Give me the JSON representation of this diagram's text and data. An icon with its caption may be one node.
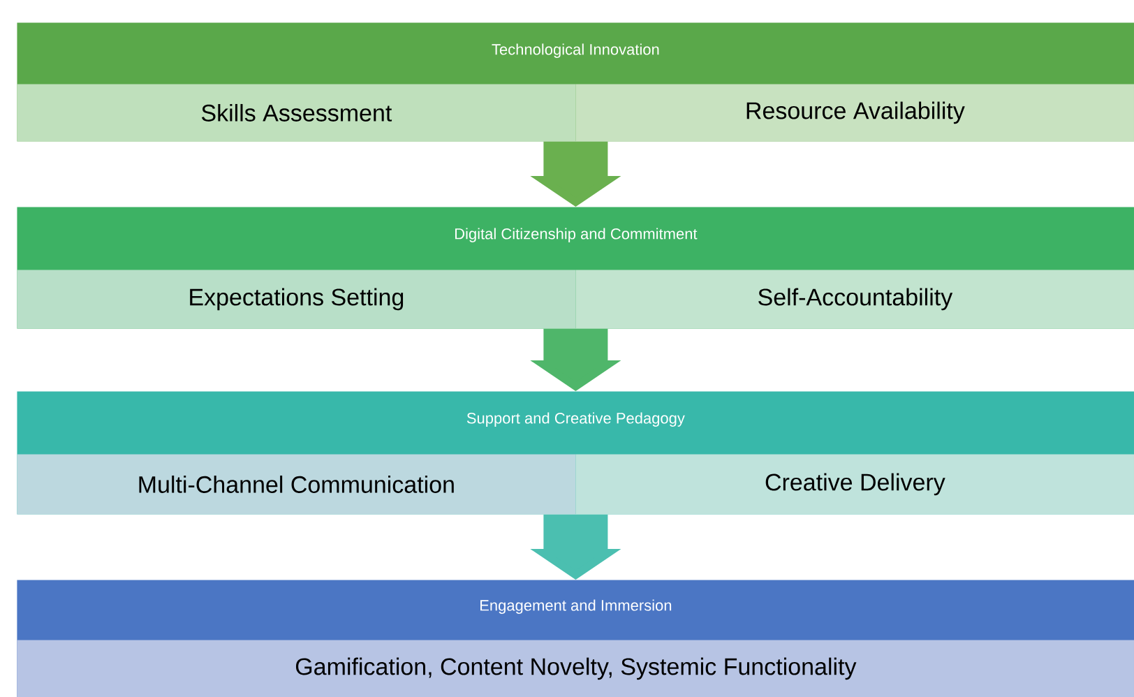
{
  "diagram": {
    "nodes": [
      {
        "text": [
          "Technological Innovation"
        ]
      },
      {
        "text": [
          "Skills Assessment"
        ],
        "in": 0
      },
      {
        "text": [
          "Resource Availability"
        ],
        "in": 0
      },
      {
        "text": [
          "Digital Citizenship and Commitment"
        ]
      },
      {
        "text": [
          "Expectations Setting"
        ],
        "in": 3
      },
      {
        "text": [
          "Self-Accountability"
        ],
        "in": 3
      },
      {
        "text": [
          "Support and Creative Pedagogy"
        ]
      },
      {
        "text": [
          "Multi-Channel Communication"
        ],
        "in": 6
      },
      {
        "text": [
          "Creative Delivery"
        ],
        "in": 6
      },
      {
        "text": [
          "Engagement and Immersion"
        ]
      },
      {
        "text": [
          "Gamification, Content Novelty, Systemic Functionality"
        ],
        "in": 9
      }
    ],
    "edges": [
      {
        "from": 0,
        "to": 3,
        "arrow": "to",
        "color": "#6ab04f"
      },
      {
        "from": 3,
        "to": 6,
        "arrow": "to",
        "color": "#4fb66a"
      },
      {
        "from": 6,
        "to": 9,
        "arrow": "to",
        "color": "#4bbfb0"
      }
    ]
  }
}
